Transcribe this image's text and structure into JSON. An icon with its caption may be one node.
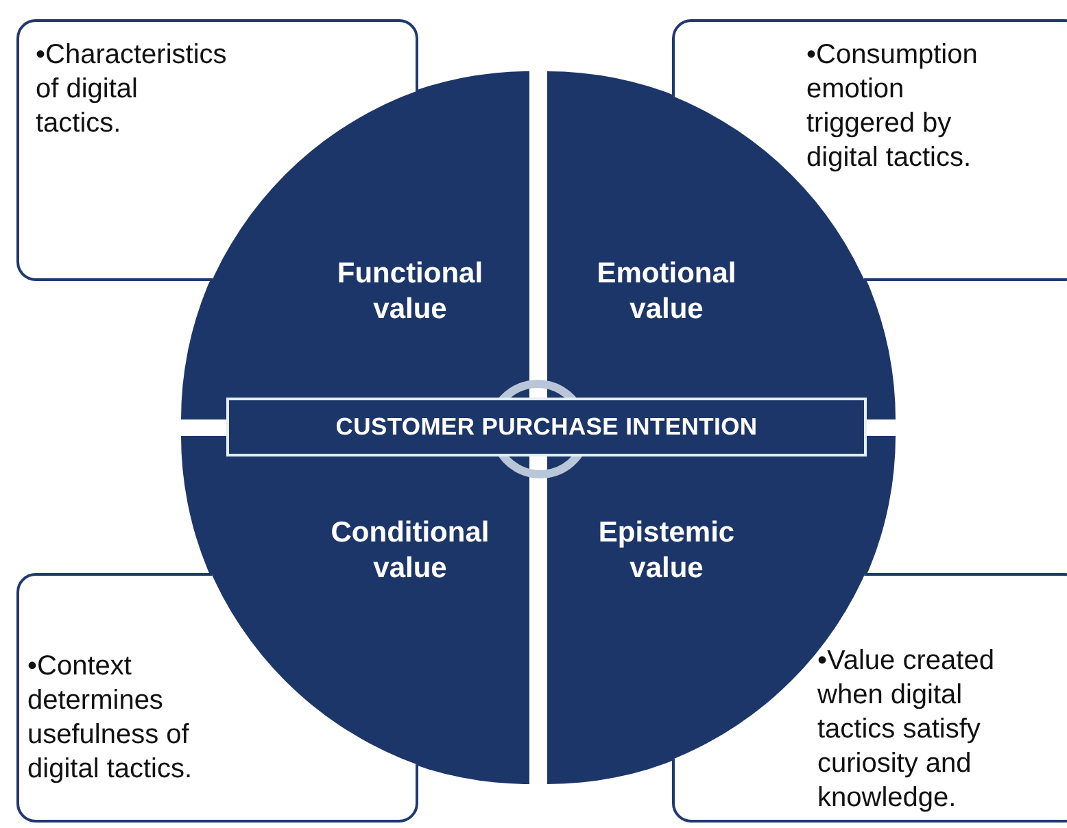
{
  "diagram": {
    "nodes": [
      {
        "text": [
          "•Characteristics of digital tactics."
        ]
      },
      {
        "text": [
          "•Consumption emotion triggered by digital tactics."
        ]
      },
      {
        "text": [
          "•Context determines usefulness of digital tactics."
        ]
      },
      {
        "text": [
          "•Value created when digital tactics satisfy curiosity and knowledge."
        ]
      },
      {
        "text": [
          "Functional value"
        ]
      },
      {
        "text": [
          "Emotional value"
        ]
      },
      {
        "text": [
          "Conditional value"
        ]
      },
      {
        "text": [
          "Epistemic value"
        ]
      },
      {
        "text": [
          "CUSTOMER PURCHASE INTENTION"
        ]
      }
    ]
  }
}
